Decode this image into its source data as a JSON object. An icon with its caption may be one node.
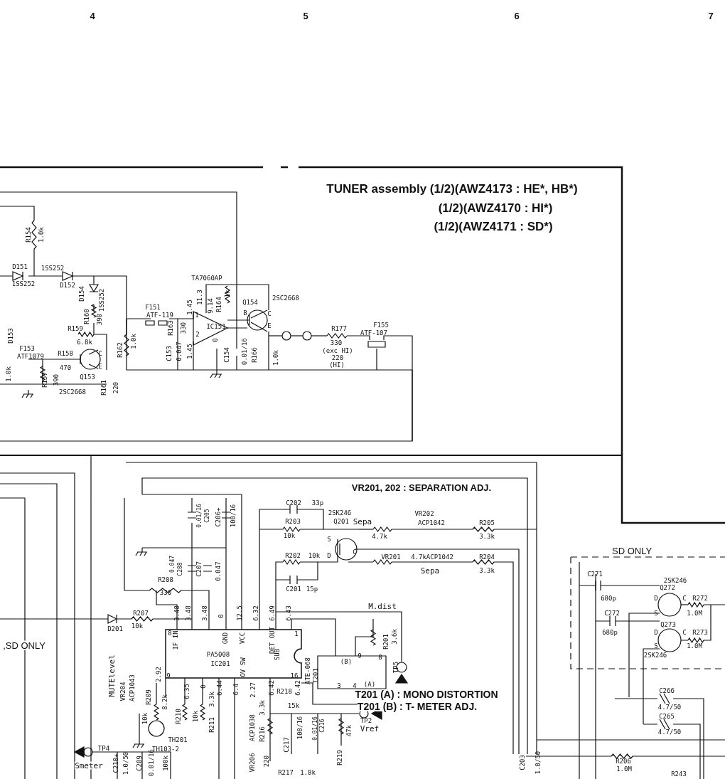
{
  "diagram": {
    "nodes": [
      {
        "text": [
          "SD ONLY"
        ]
      }
    ],
    "labels": [
      "4",
      "5",
      "6",
      "7",
      "TUNER assembly (1/2)(AWZ4173 : HE*, HB*)",
      "(1/2)(AWZ4170 : HI*)",
      "(1/2)(AWZ4171 : SD*)",
      "R154",
      "1.0k",
      "D151",
      "1SS252",
      "1SS252",
      "D152",
      "D154",
      "1SS252",
      "R160",
      "390",
      "R159",
      "6.8k",
      "D153",
      "F153",
      "ATF1079",
      "R158",
      "470",
      "C",
      "E",
      "Q153",
      "R157",
      "390",
      "1.0k",
      "2SC2668",
      "R161",
      "220",
      "R162",
      "1.0k",
      "F151",
      "ATF-119",
      "TA7060AP",
      "1.45",
      "11.3",
      "9.14",
      "R164",
      "1k",
      "Q154",
      "2SC2668",
      "B",
      "C",
      "E",
      "1",
      "R163",
      "330",
      "IC151",
      "2",
      "0",
      "R177",
      "F155",
      "ATF-107",
      "330",
      "(exc HI)",
      "220",
      "(HI)",
      "C153",
      "0.047",
      "1.45",
      "C154",
      "0.01/16",
      "R166",
      "1.0k",
      "VR201, 202 : SEPARATION ADJ.",
      "C202",
      "33p",
      "2SK246",
      "VR202",
      "0.01/16",
      "C205",
      "C206+",
      "100/16",
      "R203",
      "Q201",
      "Sepa",
      "ACP1042",
      "R205",
      "10k",
      "4.7k",
      "3.3k",
      "S",
      "C",
      "R202",
      "10k",
      "D",
      "VR201",
      "4.7kACP1042",
      "R204",
      "0.047",
      "C208",
      "C207",
      "0.047",
      "Sepa",
      "3.3k",
      "R208",
      "C201",
      "15p",
      "330",
      "M.dist",
      "3.48",
      "3.48",
      "3.48",
      "0",
      "12.5",
      "6.32",
      "6.49",
      "6.43",
      "R207",
      "10k",
      "D201",
      "8",
      "IF IN",
      "GND",
      "VCC",
      "DET OUT",
      "1",
      "C271",
      "2SK246",
      "Q272",
      "680p",
      "D",
      "C",
      "R272",
      "C272",
      "S",
      "1.0M",
      "Q273",
      "680p",
      "D",
      "C",
      "R273",
      "S",
      "1.0M",
      "2SK246",
      ",SD ONLY",
      "R201",
      "3.6k",
      "PA5008",
      "SUB",
      "9",
      "8",
      "IC201",
      "OV SW",
      "ATE-068",
      "T201",
      "(B)",
      "TP5",
      "MUTElevel",
      "2.92",
      "9",
      "16",
      "3",
      "4",
      "(A)",
      "VR204",
      "ACP1043",
      "6.35",
      "0",
      "6.44",
      "6.4",
      "2.27",
      "6.42",
      "R218",
      "6.42",
      "C266",
      "T201 (A) : MONO DISTORTION",
      "R209",
      "8.2k",
      "15k",
      "3.3k",
      "3.3k",
      "T201 (B) : T- METER ADJ.",
      "4.7/50",
      "10k",
      "R210",
      "10k",
      "R211",
      "ACP1038",
      "R216",
      "100/16",
      "0.01/16",
      "C216",
      "47k",
      "TP2",
      "Vref",
      "C265",
      "4.7/50",
      "TH201",
      "C217",
      "TP4",
      "TH103-2",
      "Smeter",
      "C210+",
      "1.0/50",
      "C209",
      "0.01/16",
      "100k",
      "VR206",
      "220",
      "R217",
      "1.8k",
      "R219",
      "C203",
      "1.0/50",
      "R206",
      "1.0M",
      "R243"
    ]
  }
}
